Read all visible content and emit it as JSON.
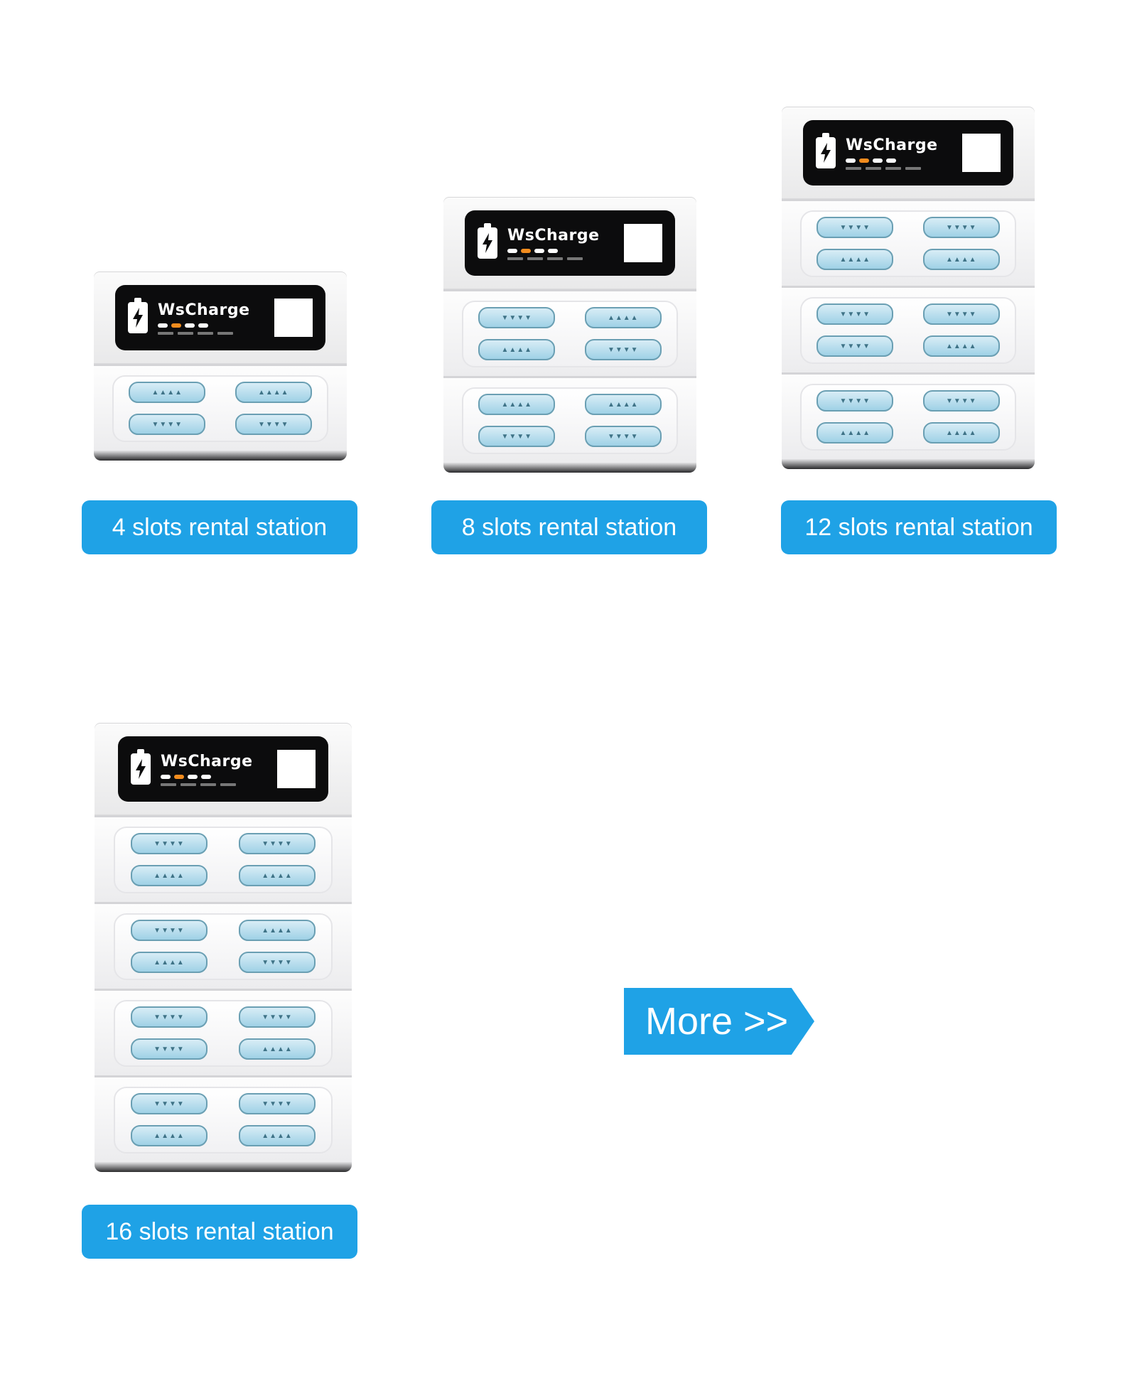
{
  "stations": [
    {
      "label": "4 slots rental station",
      "brand": "WsCharge",
      "modules": 1
    },
    {
      "label": "8 slots rental station",
      "brand": "WsCharge",
      "modules": 2
    },
    {
      "label": "12 slots rental station",
      "brand": "WsCharge",
      "modules": 3
    },
    {
      "label": "16 slots rental station",
      "brand": "WsCharge",
      "modules": 4
    }
  ],
  "slot_marks": [
    "▲▲▲▲",
    "▼▼▼▼"
  ],
  "more_label": "More >>",
  "colors": {
    "accent": "#1fa2e6",
    "screen": "#0c0c0d",
    "slot": "#9fd1e6"
  },
  "icons": {
    "battery": "battery-bolt-icon",
    "qr": "qr-code-icon"
  }
}
